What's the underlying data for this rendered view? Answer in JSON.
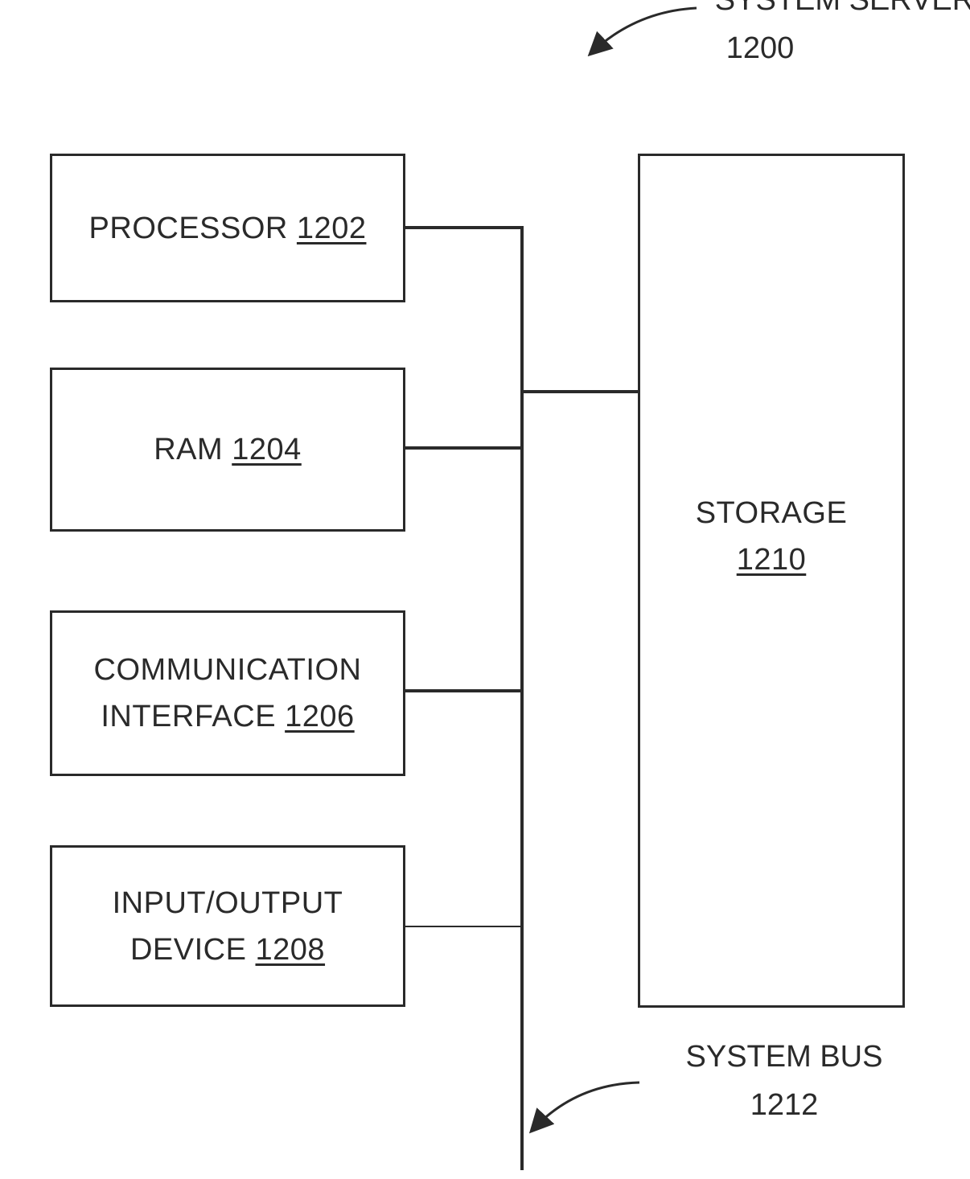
{
  "server_label": {
    "line1": "SYSTEM SERVER",
    "ref": "1200"
  },
  "processor": {
    "line1": "PROCESSOR",
    "ref": "1202"
  },
  "ram": {
    "line1": "RAM",
    "ref": "1204"
  },
  "comm_interface": {
    "line1": "COMMUNICATION",
    "line2": "INTERFACE",
    "ref": "1206"
  },
  "io_device": {
    "line1": "INPUT/OUTPUT",
    "line2": "DEVICE",
    "ref": "1208"
  },
  "storage": {
    "line1": "STORAGE",
    "ref": "1210"
  },
  "system_bus": {
    "line1": "SYSTEM BUS",
    "ref": "1212"
  }
}
